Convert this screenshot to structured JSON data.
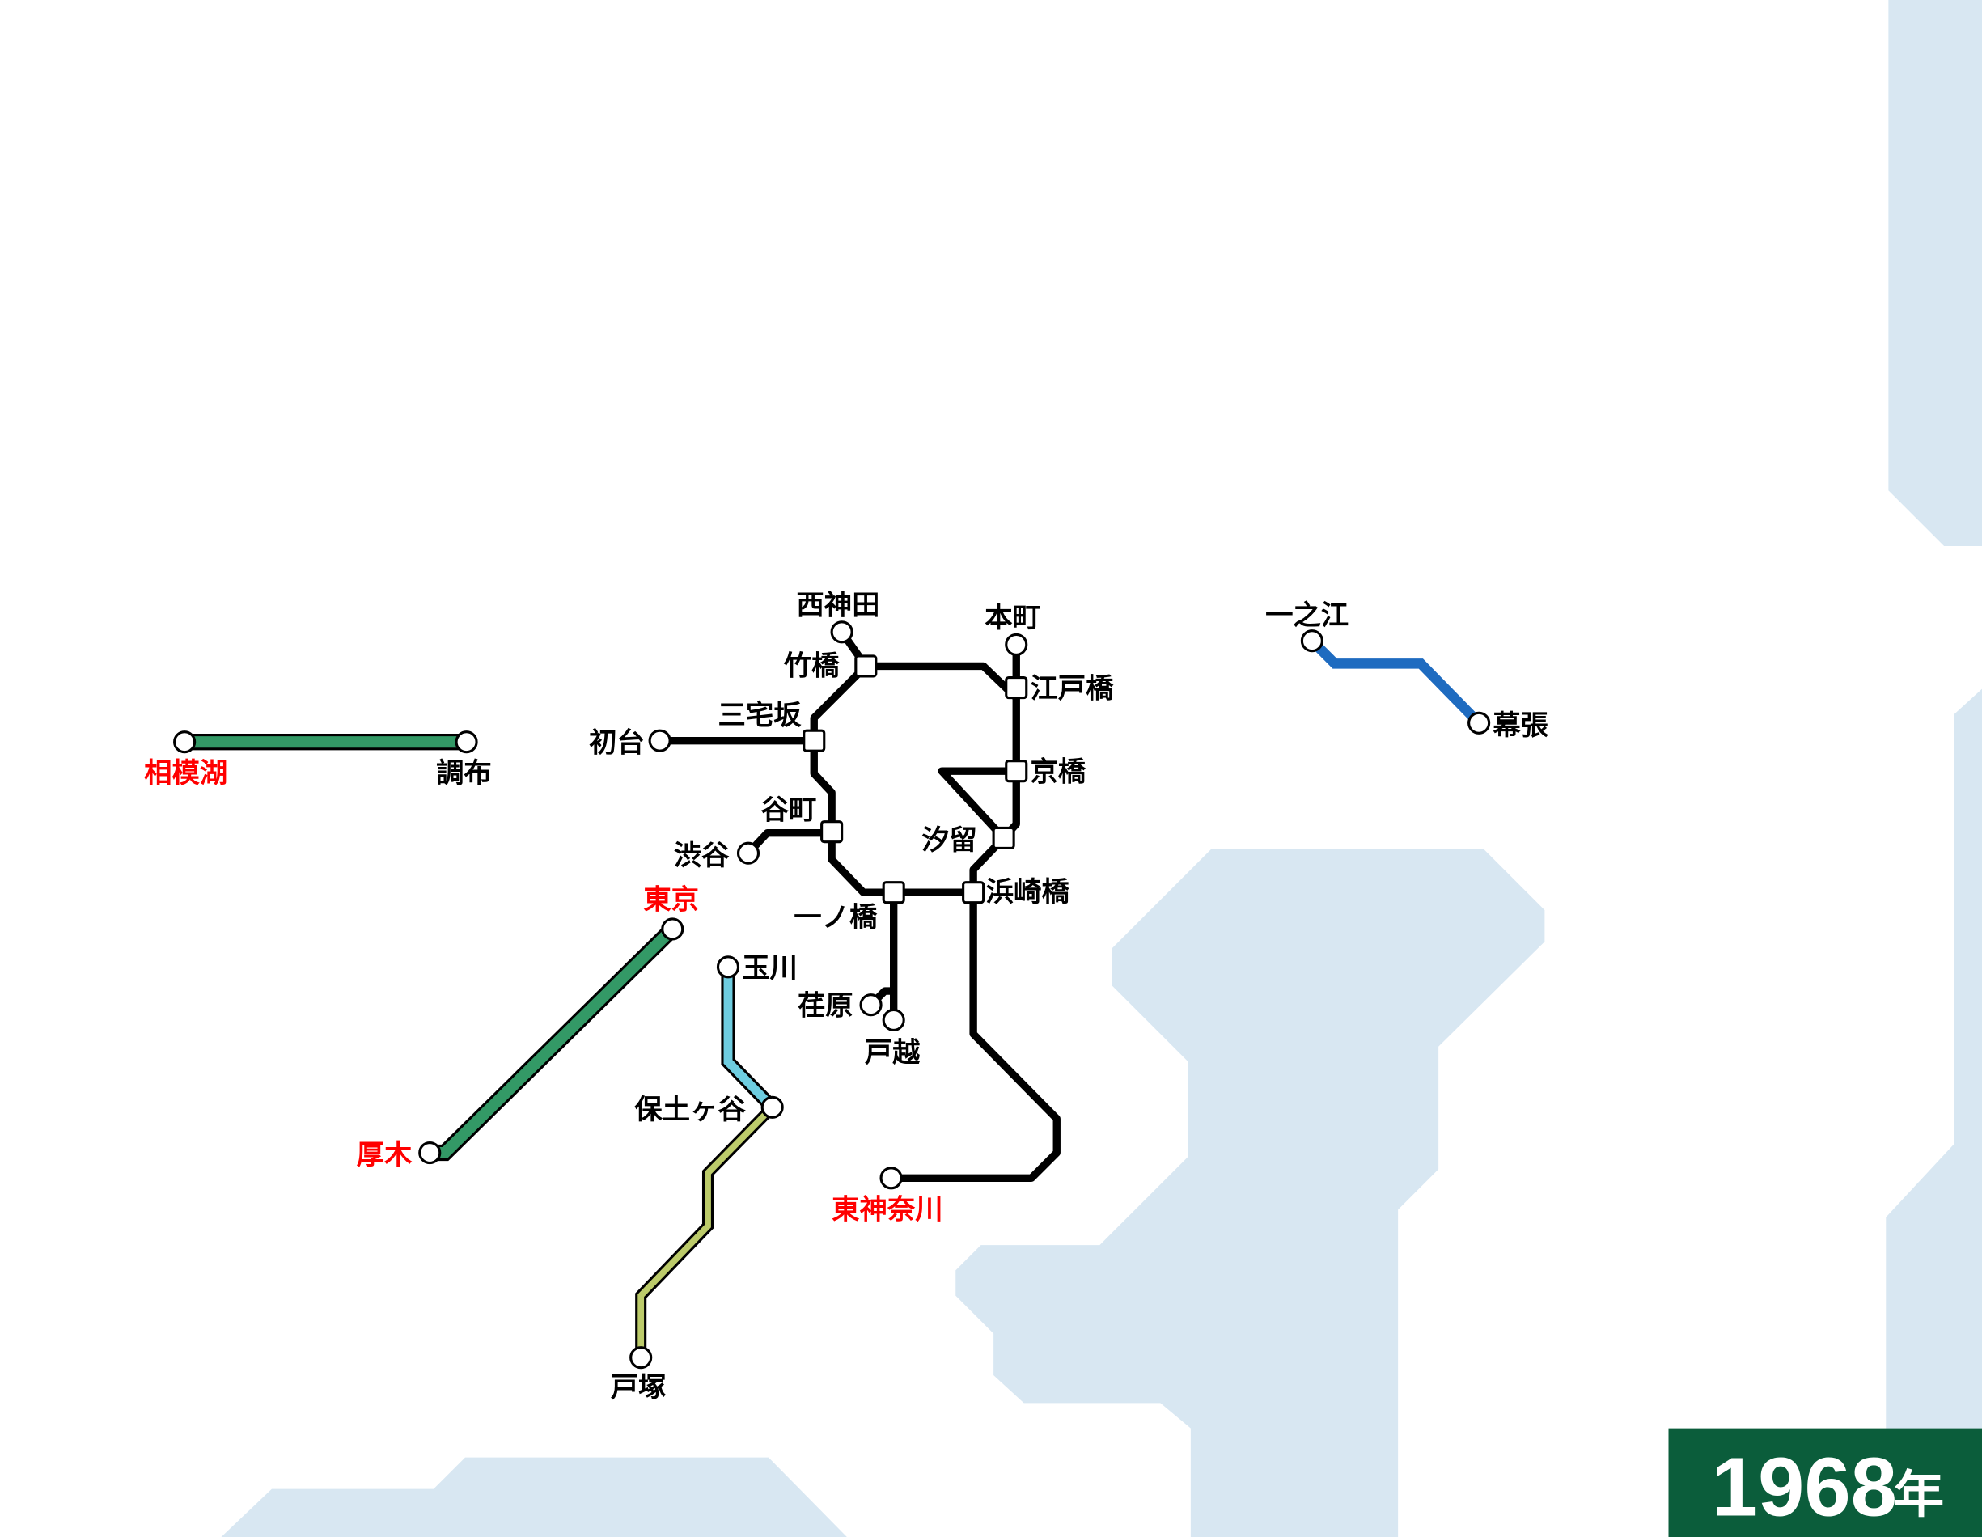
{
  "year_badge": {
    "year": "1968",
    "suffix": "年",
    "color": "#0b5d3b"
  },
  "colors": {
    "water": "#d8e7f2",
    "main_line": "#000000",
    "green_line": "#339966",
    "light_blue_line": "#6ecde0",
    "olive_line": "#bccb6a",
    "blue_line": "#1e6bc0",
    "highlight_label": "#ff0000"
  },
  "stations": {
    "nishikanda": "西神田",
    "takebashi": "竹橋",
    "honcho": "本町",
    "edobashi": "江戸橋",
    "miyakezaka": "三宅坂",
    "hatsudai": "初台",
    "kyobashi": "京橋",
    "tanimachi": "谷町",
    "shibuya": "渋谷",
    "shiodome": "汐留",
    "hamazakibashi": "浜崎橋",
    "ichinohashi": "一ノ橋",
    "ebara": "荏原",
    "togoshi": "戸越",
    "higashikanagawa": "東神奈川",
    "sagamiko": "相模湖",
    "chofu": "調布",
    "tokyo": "東京",
    "atsugi": "厚木",
    "tamagawa": "玉川",
    "hodogaya": "保土ヶ谷",
    "totsuka": "戸塚",
    "ichinoe": "一之江",
    "makuhari": "幕張"
  }
}
